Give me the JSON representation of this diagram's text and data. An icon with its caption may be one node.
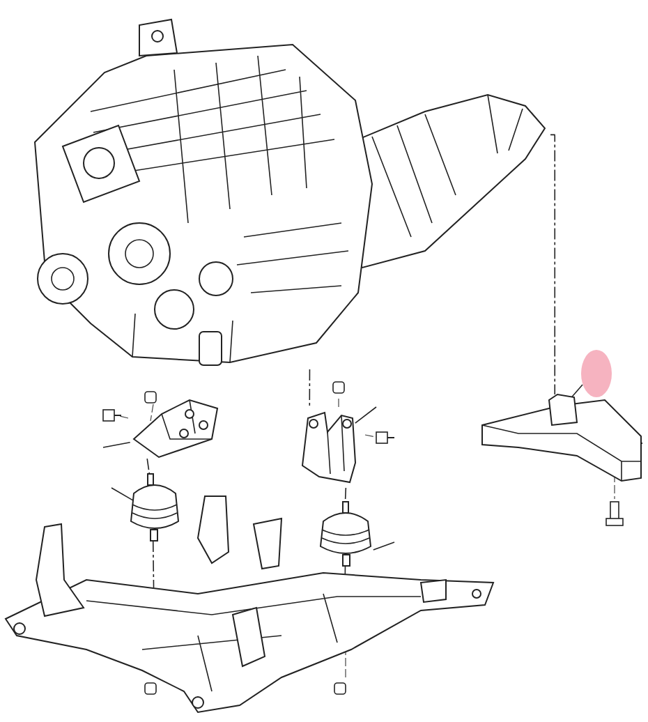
{
  "diagram": {
    "nodes": [
      {
        "text": [],
        "shape": "picture"
      },
      {
        "text": [],
        "shape": "picture"
      },
      {
        "text": [],
        "shape": "picture"
      },
      {
        "text": [],
        "shape": "picture"
      },
      {
        "text": [],
        "shape": "picture"
      },
      {
        "text": [],
        "shape": "picture"
      },
      {
        "text": [],
        "shape": "picture"
      }
    ],
    "edges": [
      {
        "from": null,
        "to": 1,
        "arrow": "none"
      },
      {
        "from": null,
        "to": 4,
        "arrow": "none"
      },
      {
        "from": null,
        "to": 2,
        "arrow": "none"
      },
      {
        "from": null,
        "to": 5,
        "arrow": "none"
      },
      {
        "from": null,
        "to": 3,
        "arrow": "none"
      },
      {
        "from": 0,
        "to": 2,
        "arrow": "none",
        "style": "dashed"
      },
      {
        "from": 0,
        "to": 3,
        "arrow": "none",
        "style": "dashed"
      },
      {
        "from": 1,
        "to": 4,
        "arrow": "none",
        "style": "dashed"
      },
      {
        "from": 2,
        "to": 5,
        "arrow": "none",
        "style": "dashed"
      },
      {
        "from": 4,
        "to": 6,
        "arrow": "none",
        "style": "dashed"
      },
      {
        "from": 5,
        "to": 6,
        "arrow": "none",
        "style": "dashed"
      }
    ]
  }
}
